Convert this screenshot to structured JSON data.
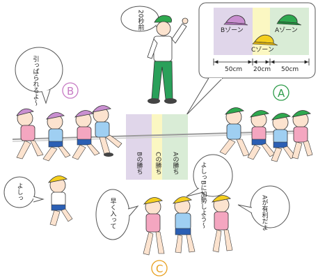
{
  "teacher_bubble": "20秒前",
  "zone_diagram": {
    "zone_b": "Bゾーン",
    "zone_c": "Cゾーン",
    "zone_a": "Aゾーン",
    "dist_left": "50cm",
    "dist_mid": "20cm",
    "dist_right": "50cm",
    "colors": {
      "b": "#e0d6ea",
      "c": "#fbf7c2",
      "a": "#d9ecd6"
    }
  },
  "team_b_bubble": "引っぱられるよ〜",
  "team_b_label": "B",
  "team_a_label": "A",
  "team_c_label": "C",
  "win_b": "Bの勝ち",
  "win_c": "Cの勝ち",
  "win_a": "Aの勝ち",
  "yoshi_bubble": "よしっ",
  "hayaku_bubble": "早く入って",
  "b_support_bubble": "よしっBに加勢しよう〜",
  "a_yuri_bubble": "Aが有利だよ",
  "colors": {
    "team_b": "#c77ac4",
    "team_a": "#2e9c4a",
    "team_c": "#e8a020",
    "cap_green": "#2fa84f",
    "cap_purple": "#c98fd0",
    "cap_yellow": "#f5cf1f"
  }
}
